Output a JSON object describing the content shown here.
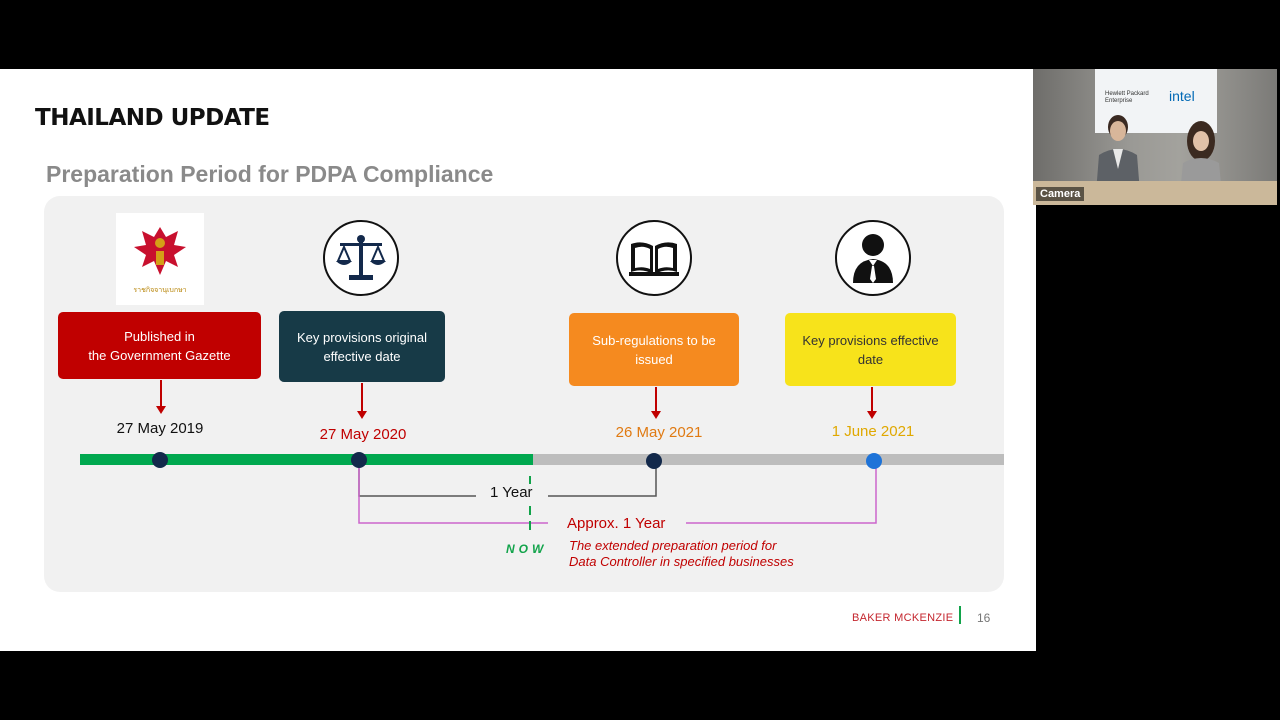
{
  "slide": {
    "title": "THAILAND UPDATE",
    "subtitle": "Preparation Period for PDPA Compliance",
    "emblem_caption": "ราชกิจจานุเบกษา",
    "milestones": [
      {
        "label": "Published in\nthe Government Gazette",
        "date": "27 May 2019",
        "icon": "garuda-emblem",
        "box_color": "#c00000",
        "text_color": "#ffffff",
        "date_color": "#111111"
      },
      {
        "label": "Key provisions original\neffective date",
        "date": "27 May 2020",
        "icon": "scales-of-justice-icon",
        "box_color": "#173a47",
        "text_color": "#ffffff",
        "date_color": "#c00000"
      },
      {
        "label": "Sub-regulations to be\nissued",
        "date": "26 May 2021",
        "icon": "book-icon",
        "box_color": "#f58a1f",
        "text_color": "#ffffff",
        "date_color": "#e07a12"
      },
      {
        "label": "Key provisions effective\ndate",
        "date": "1 June 2021",
        "icon": "person-icon",
        "box_color": "#f7e31b",
        "text_color": "#333333",
        "date_color": "#e0a800"
      }
    ],
    "one_year_label": "1 Year",
    "approx_label": "Approx. 1 Year",
    "now_label": "NOW",
    "note": "The extended preparation period for\nData Controller in specified businesses",
    "timeline_colors": {
      "elapsed": "#00a84f",
      "remaining": "#bdbdbd",
      "node": "#13294b",
      "final_node": "#1e73d8",
      "bracket": "#cc66cc"
    }
  },
  "footer": {
    "brand": "BAKER MCKENZIE",
    "page_number": "16"
  },
  "camera": {
    "label": "Camera",
    "screen_logo_hp": "Hewlett Packard\nEnterprise",
    "screen_logo_intel": "intel"
  }
}
